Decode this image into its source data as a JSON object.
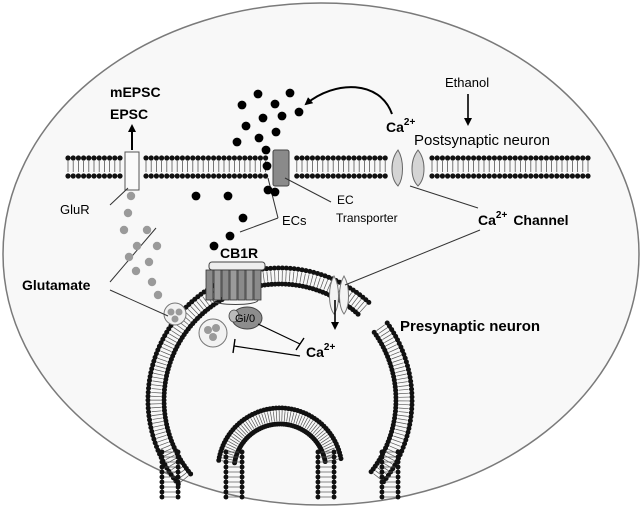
{
  "labels": {
    "mepsc": "mEPSC",
    "epsc": "EPSC",
    "ethanol": "Ethanol",
    "ca_postsynaptic": "Ca",
    "ca_postsynaptic_sup": "2+",
    "postsynaptic_neuron": "Postsynaptic neuron",
    "glur": "GluR",
    "ec_transporter_line1": "EC",
    "ec_transporter_line2": "Transporter",
    "ecs": "ECs",
    "ca_channel": "Ca",
    "ca_channel_sup": "2+",
    "channel_word": "Channel",
    "cb1r": "CB1R",
    "glutamate": "Glutamate",
    "gi0": "Gi/0",
    "ca_presynaptic": "Ca",
    "ca_presynaptic_sup": "2+",
    "presynaptic_neuron": "Presynaptic neuron"
  },
  "colors": {
    "membrane_head": "#111111",
    "ellipse_fill": "#f7f7f7",
    "channel_fill": "#d8d8d8",
    "transporter_fill": "#8a8a8a",
    "glutamate_dot": "#9a9a9a",
    "ec_dot": "#000000"
  }
}
